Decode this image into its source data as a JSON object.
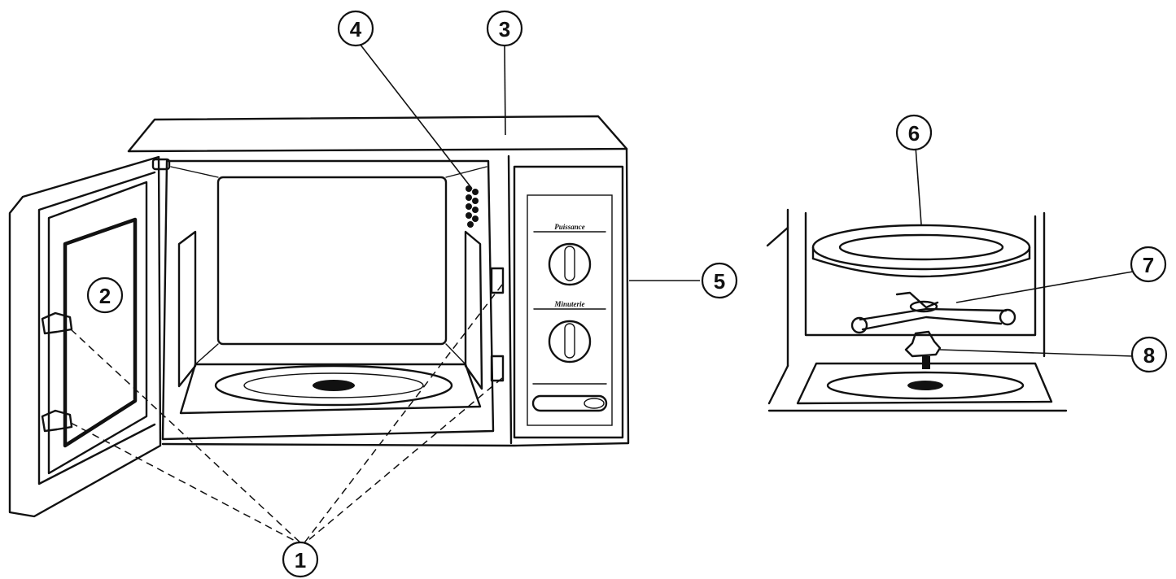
{
  "diagram": {
    "callouts": [
      {
        "id": "c1",
        "label": "1"
      },
      {
        "id": "c2",
        "label": "2"
      },
      {
        "id": "c3",
        "label": "3"
      },
      {
        "id": "c4",
        "label": "4"
      },
      {
        "id": "c5",
        "label": "5"
      },
      {
        "id": "c6",
        "label": "6"
      },
      {
        "id": "c7",
        "label": "7"
      },
      {
        "id": "c8",
        "label": "8"
      }
    ],
    "control_panel": {
      "power_label": "Puissance",
      "timer_label": "Minuterie"
    }
  }
}
